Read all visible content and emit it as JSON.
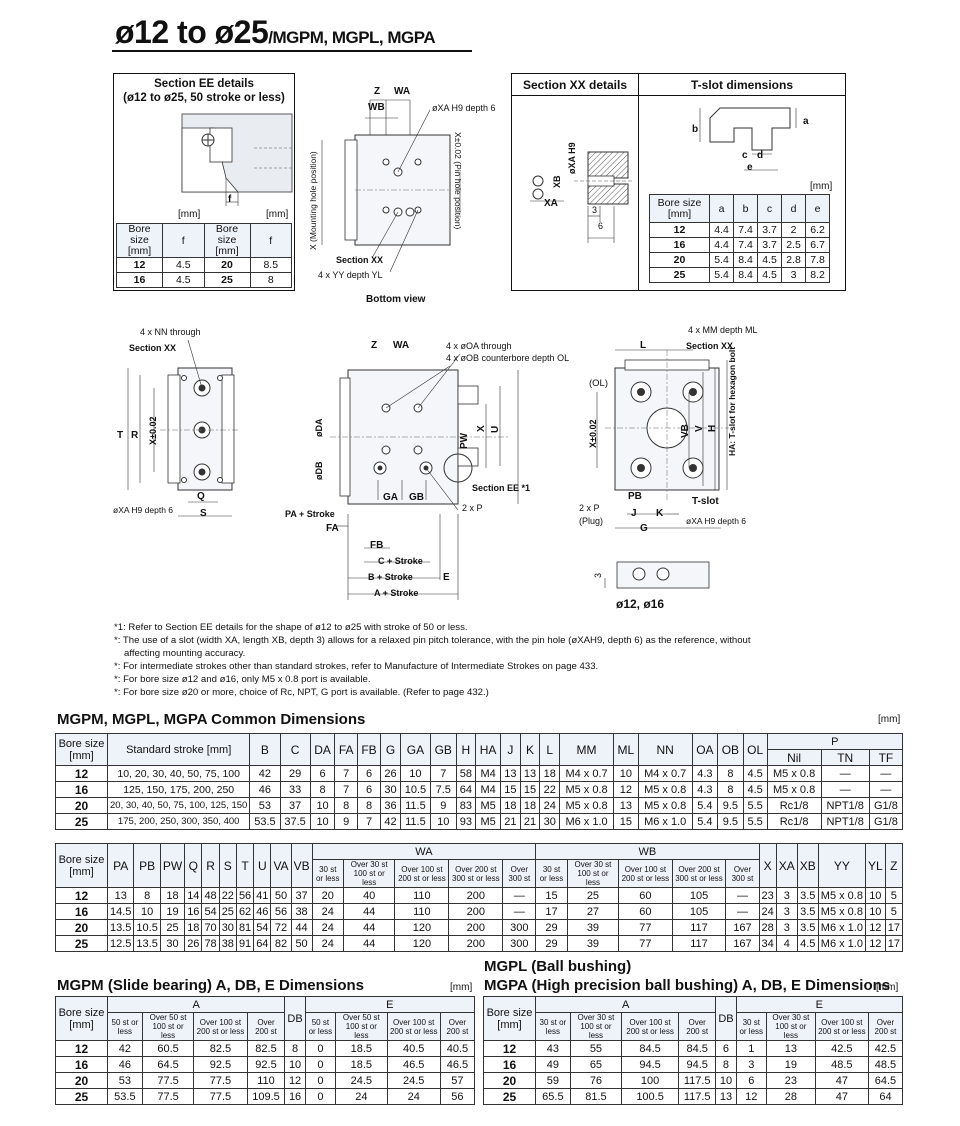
{
  "header": {
    "title_main": "ø12 to ø25",
    "title_sub": "/MGPM, MGPL, MGPA"
  },
  "section_ee": {
    "heading_1": "Section EE details",
    "heading_2": "(ø12 to ø25, 50 stroke or less)",
    "unit_left": "[mm]",
    "unit_right": "[mm]",
    "dim_f": "f",
    "col_bore": "Bore size [mm]",
    "col_f": "f",
    "rows_left": [
      [
        "12",
        "4.5"
      ],
      [
        "16",
        "4.5"
      ]
    ],
    "rows_right": [
      [
        "20",
        "8.5"
      ],
      [
        "25",
        "8"
      ]
    ]
  },
  "bottom_view": {
    "caption": "Bottom view",
    "labels": {
      "z": "Z",
      "wa": "WA",
      "wb": "WB",
      "xa": "øXA H9 depth 6",
      "x_mount": "X (Mounting hole position)",
      "x_pin": "X±0.02 (Pin hole position)",
      "section_xx": "Section XX",
      "yy": "4 x YY depth YL"
    }
  },
  "section_xx": {
    "heading": "Section XX details",
    "xa": "øXA H9",
    "xb": "XB",
    "xa2": "XA",
    "d3": "3",
    "d6": "6"
  },
  "tslot": {
    "heading": "T-slot dimensions",
    "unit": "[mm]",
    "headers": [
      "Bore size [mm]",
      "a",
      "b",
      "c",
      "d",
      "e"
    ],
    "rows": [
      [
        "12",
        "4.4",
        "7.4",
        "3.7",
        "2",
        "6.2"
      ],
      [
        "16",
        "4.4",
        "7.4",
        "3.7",
        "2.5",
        "6.7"
      ],
      [
        "20",
        "5.4",
        "8.4",
        "4.5",
        "2.8",
        "7.8"
      ],
      [
        "25",
        "5.4",
        "8.4",
        "4.5",
        "3",
        "8.2"
      ]
    ],
    "labels": {
      "a": "a",
      "b": "b",
      "c": "c",
      "d": "d",
      "e": "e"
    }
  },
  "drawing_left": {
    "nn": "4 x NN through",
    "section_xx": "Section XX",
    "t": "T",
    "r": "R",
    "x": "X±0.02",
    "q": "Q",
    "s": "S",
    "xa": "øXA H9 depth 6"
  },
  "drawing_mid": {
    "z": "Z",
    "wa": "WA",
    "oa": "4 x øOA through",
    "ob": "4 x øOB counterbore depth OL",
    "da": "øDA",
    "db": "øDB",
    "pw": "PW",
    "x": "X",
    "u": "U",
    "ga": "GA",
    "gb": "GB",
    "section_ee": "Section EE *1",
    "p": "2 x P",
    "pa": "PA + Stroke",
    "fa": "FA",
    "fb": "FB",
    "c": "C + Stroke",
    "b": "B + Stroke",
    "e": "E",
    "a": "A + Stroke"
  },
  "drawing_right": {
    "mm": "4 x MM depth ML",
    "section_xx": "Section XX",
    "l": "L",
    "ol": "(OL)",
    "x": "X±0.02",
    "vb": "VB",
    "v": "V",
    "h": "H",
    "ha": "HA: T-slot for hexagon bolt",
    "pb": "PB",
    "tslot": "T-slot",
    "p": "2 x P",
    "plug": "(Plug)",
    "j": "J",
    "k": "K",
    "g": "G",
    "xa": "øXA H9 depth 6",
    "d3": "3",
    "bores": "ø12, ø16"
  },
  "notes": [
    "*1: Refer to Section EE details for the shape of ø12 to ø25 with stroke of 50 or less.",
    "*: The use of a slot (width XA, length XB, depth 3) allows for a relaxed pin pitch tolerance, with the pin hole (øXAH9, depth 6) as the reference, without",
    "affecting mounting accuracy.",
    "*: For intermediate strokes other than standard strokes, refer to Manufacture of Intermediate Strokes on page 433.",
    "*: For bore size ø12 and ø16, only M5 x 0.8 port is available.",
    "*: For bore size ø20 or more, choice of Rc, NPT, G port is available. (Refer to page 432.)"
  ],
  "common": {
    "title": "MGPM, MGPL, MGPA Common Dimensions",
    "unit": "[mm]",
    "h1": [
      "Bore size [mm]",
      "Standard stroke [mm]",
      "B",
      "C",
      "DA",
      "FA",
      "FB",
      "G",
      "GA",
      "GB",
      "H",
      "HA",
      "J",
      "K",
      "L",
      "MM",
      "ML",
      "NN",
      "OA",
      "OB",
      "OL",
      "P"
    ],
    "p_sub": [
      "Nil",
      "TN",
      "TF"
    ],
    "rows1": [
      [
        "12",
        "10, 20, 30, 40, 50, 75, 100",
        "42",
        "29",
        "6",
        "7",
        "6",
        "26",
        "10",
        "7",
        "58",
        "M4",
        "13",
        "13",
        "18",
        "M4 x 0.7",
        "10",
        "M4 x 0.7",
        "4.3",
        "8",
        "4.5",
        "M5 x 0.8",
        "—",
        "—"
      ],
      [
        "16",
        "125, 150, 175, 200, 250",
        "46",
        "33",
        "8",
        "7",
        "6",
        "30",
        "10.5",
        "7.5",
        "64",
        "M4",
        "15",
        "15",
        "22",
        "M5 x 0.8",
        "12",
        "M5 x 0.8",
        "4.3",
        "8",
        "4.5",
        "M5 x 0.8",
        "—",
        "—"
      ],
      [
        "20",
        "20, 30, 40, 50, 75, 100, 125, 150",
        "53",
        "37",
        "10",
        "8",
        "8",
        "36",
        "11.5",
        "9",
        "83",
        "M5",
        "18",
        "18",
        "24",
        "M5 x 0.8",
        "13",
        "M5 x 0.8",
        "5.4",
        "9.5",
        "5.5",
        "Rc1/8",
        "NPT1/8",
        "G1/8"
      ],
      [
        "25",
        "175, 200, 250, 300, 350, 400",
        "53.5",
        "37.5",
        "10",
        "9",
        "7",
        "42",
        "11.5",
        "10",
        "93",
        "M5",
        "21",
        "21",
        "30",
        "M6 x 1.0",
        "15",
        "M6 x 1.0",
        "5.4",
        "9.5",
        "5.5",
        "Rc1/8",
        "NPT1/8",
        "G1/8"
      ]
    ],
    "h2": [
      "Bore size [mm]",
      "PA",
      "PB",
      "PW",
      "Q",
      "R",
      "S",
      "T",
      "U",
      "VA",
      "VB",
      "WA",
      "WB",
      "X",
      "XA",
      "XB",
      "YY",
      "YL",
      "Z"
    ],
    "w_sub": [
      "30 st or less",
      "Over 30 st 100 st or less",
      "Over 100 st 200 st or less",
      "Over 200 st 300 st or less",
      "Over 300 st"
    ],
    "rows2": [
      [
        "12",
        "13",
        "8",
        "18",
        "14",
        "48",
        "22",
        "56",
        "41",
        "50",
        "37",
        "20",
        "40",
        "110",
        "200",
        "—",
        "15",
        "25",
        "60",
        "105",
        "—",
        "23",
        "3",
        "3.5",
        "M5 x 0.8",
        "10",
        "5"
      ],
      [
        "16",
        "14.5",
        "10",
        "19",
        "16",
        "54",
        "25",
        "62",
        "46",
        "56",
        "38",
        "24",
        "44",
        "110",
        "200",
        "—",
        "17",
        "27",
        "60",
        "105",
        "—",
        "24",
        "3",
        "3.5",
        "M5 x 0.8",
        "10",
        "5"
      ],
      [
        "20",
        "13.5",
        "10.5",
        "25",
        "18",
        "70",
        "30",
        "81",
        "54",
        "72",
        "44",
        "24",
        "44",
        "120",
        "200",
        "300",
        "29",
        "39",
        "77",
        "117",
        "167",
        "28",
        "3",
        "3.5",
        "M6 x 1.0",
        "12",
        "17"
      ],
      [
        "25",
        "12.5",
        "13.5",
        "30",
        "26",
        "78",
        "38",
        "91",
        "64",
        "82",
        "50",
        "24",
        "44",
        "120",
        "200",
        "300",
        "29",
        "39",
        "77",
        "117",
        "167",
        "34",
        "4",
        "4.5",
        "M6 x 1.0",
        "12",
        "17"
      ]
    ]
  },
  "mgpm": {
    "title": "MGPM (Slide bearing) A, DB, E Dimensions",
    "unit": "[mm]",
    "h": [
      "Bore size [mm]",
      "A",
      "DB",
      "E"
    ],
    "sub": [
      "50 st or less",
      "Over 50 st 100 st or less",
      "Over 100 st 200 st or less",
      "Over 200 st"
    ],
    "rows": [
      [
        "12",
        "42",
        "60.5",
        "82.5",
        "82.5",
        "8",
        "0",
        "18.5",
        "40.5",
        "40.5"
      ],
      [
        "16",
        "46",
        "64.5",
        "92.5",
        "92.5",
        "10",
        "0",
        "18.5",
        "46.5",
        "46.5"
      ],
      [
        "20",
        "53",
        "77.5",
        "77.5",
        "110",
        "12",
        "0",
        "24.5",
        "24.5",
        "57"
      ],
      [
        "25",
        "53.5",
        "77.5",
        "77.5",
        "109.5",
        "16",
        "0",
        "24",
        "24",
        "56"
      ]
    ]
  },
  "mgpl": {
    "title_1": "MGPL (Ball bushing)",
    "title_2": "MGPA (High precision ball bushing) A, DB, E Dimensions",
    "unit": "[mm]",
    "h": [
      "Bore size [mm]",
      "A",
      "DB",
      "E"
    ],
    "sub": [
      "30 st or less",
      "Over 30 st 100 st or less",
      "Over 100 st 200 st or less",
      "Over 200 st"
    ],
    "rows": [
      [
        "12",
        "43",
        "55",
        "84.5",
        "84.5",
        "6",
        "1",
        "13",
        "42.5",
        "42.5"
      ],
      [
        "16",
        "49",
        "65",
        "94.5",
        "94.5",
        "8",
        "3",
        "19",
        "48.5",
        "48.5"
      ],
      [
        "20",
        "59",
        "76",
        "100",
        "117.5",
        "10",
        "6",
        "23",
        "47",
        "64.5"
      ],
      [
        "25",
        "65.5",
        "81.5",
        "100.5",
        "117.5",
        "13",
        "12",
        "28",
        "47",
        "64"
      ]
    ]
  }
}
